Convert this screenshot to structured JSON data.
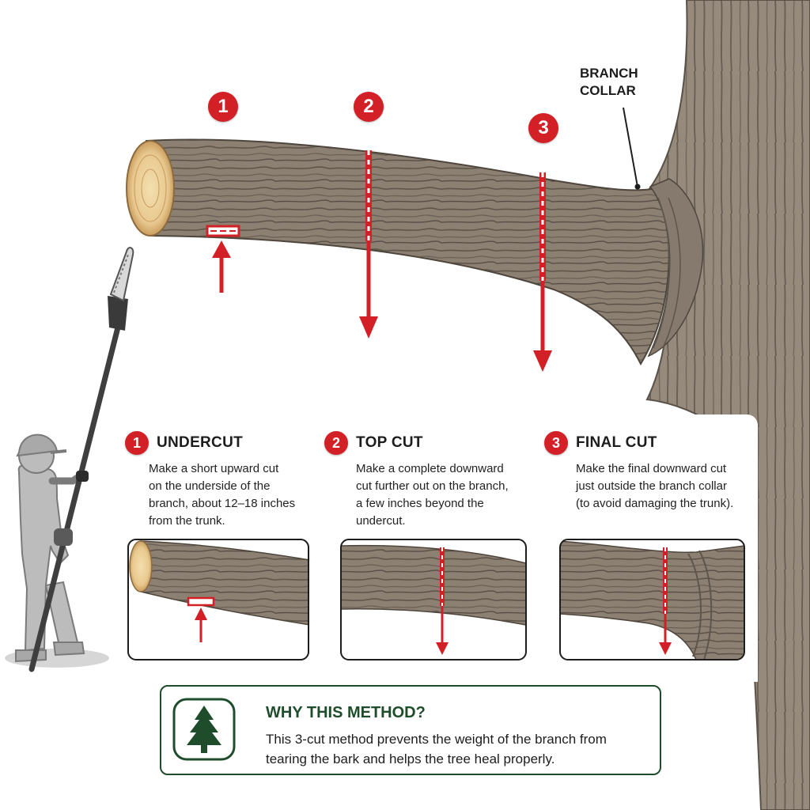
{
  "callout": {
    "label": "BRANCH\nCOLLAR"
  },
  "diagram_badges": [
    "1",
    "2",
    "3"
  ],
  "steps": [
    {
      "number": "1",
      "title": "UNDERCUT",
      "description": "Make a short upward cut\non the underside of the\nbranch, about 12–18 inches\nfrom the trunk."
    },
    {
      "number": "2",
      "title": "TOP CUT",
      "description": "Make a complete downward\ncut further out on the branch,\na few inches beyond the\nundercut."
    },
    {
      "number": "3",
      "title": "FINAL CUT",
      "description": "Make the final downward cut\njust outside the branch collar\n(to avoid damaging the trunk)."
    }
  ],
  "info": {
    "title": "WHY THIS METHOD?",
    "text": "This 3-cut method prevents the weight of the branch from\ntearing the bark and helps the tree heal properly.",
    "icon": "pine-tree-icon"
  },
  "colors": {
    "accent": "#d31f26",
    "bark": "#8c8072",
    "trunk": "#968a7c",
    "info_green": "#1f4d2c",
    "figure": "#bcbcbc"
  }
}
